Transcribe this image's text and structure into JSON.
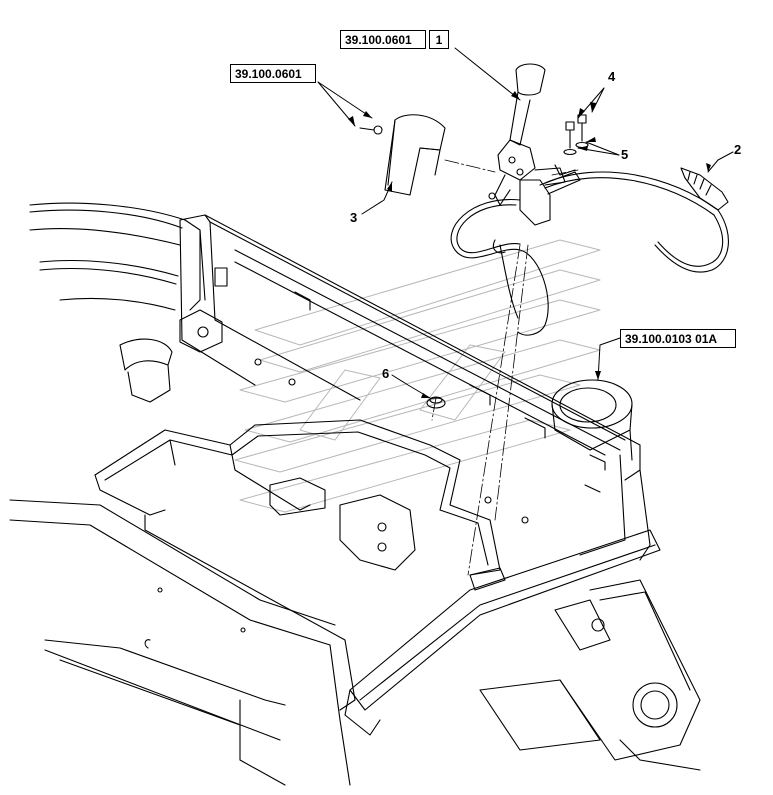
{
  "references": {
    "ref_top_left": "39.100.0601",
    "ref_top_main": "39.100.0601",
    "ref_top_main_qty": "1",
    "ref_right": "39.100.0103 01A"
  },
  "callouts": {
    "c1": "1",
    "c2": "2",
    "c3": "3",
    "c4": "4",
    "c5": "5",
    "c6": "6"
  },
  "colors": {
    "line": "#000000",
    "watermark": "#9a9a9a"
  }
}
